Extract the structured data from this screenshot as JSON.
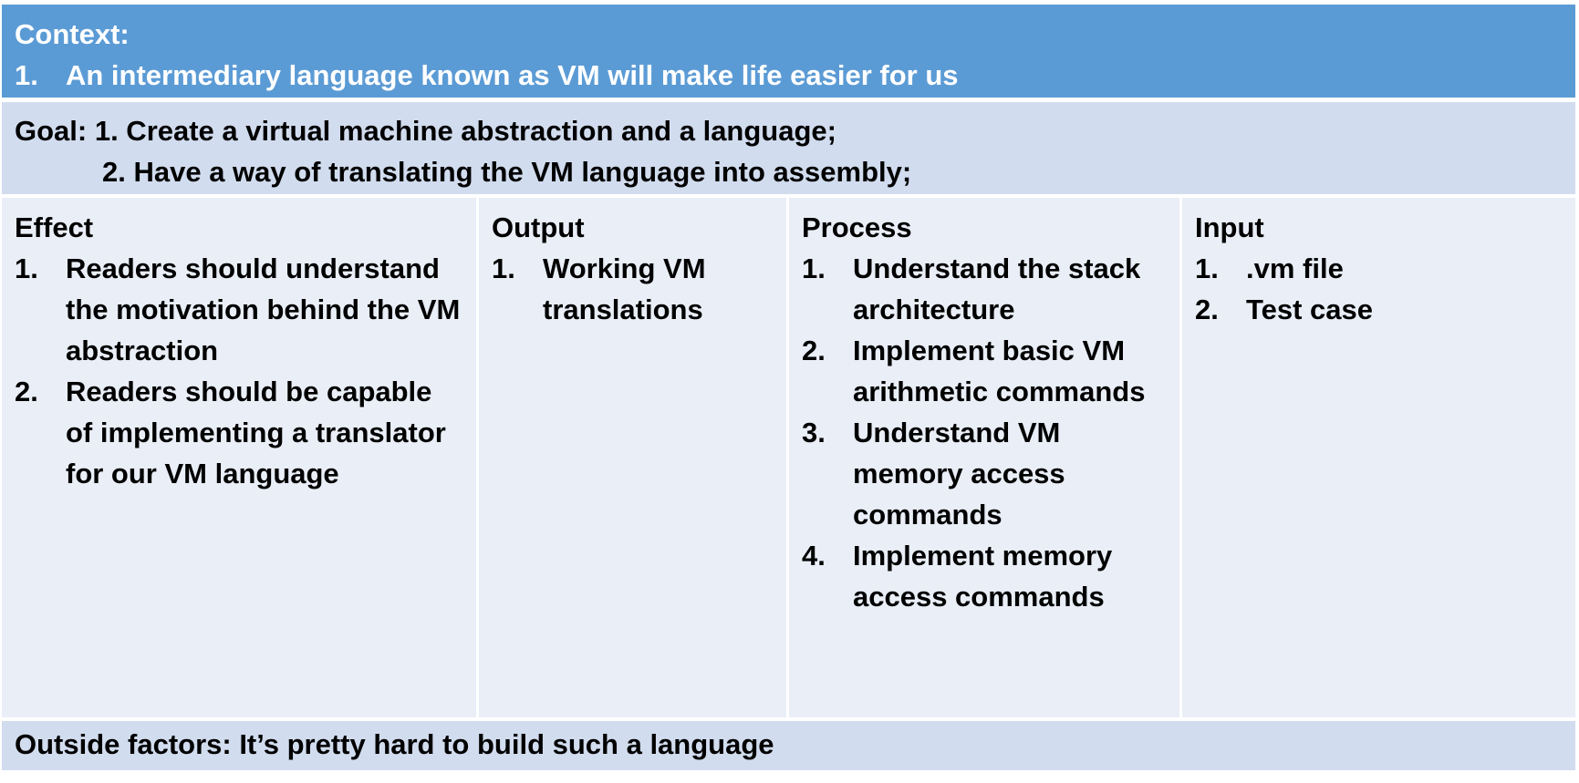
{
  "context": {
    "label": "Context:",
    "items": [
      {
        "num": "1.",
        "text": "An intermediary language known as VM will make life easier for us"
      }
    ]
  },
  "goal": {
    "line1": "Goal: 1. Create a virtual machine abstraction and a language;",
    "line2": "2. Have a way of translating the VM language into assembly;"
  },
  "effect": {
    "title": "Effect",
    "items": [
      {
        "num": "1.",
        "text": "Readers should understand the motivation behind the VM abstraction"
      },
      {
        "num": "2.",
        "text": "Readers should be capable of implementing a translator for our VM language"
      }
    ]
  },
  "output": {
    "title": "Output",
    "items": [
      {
        "num": "1.",
        "text": "Working VM translations"
      }
    ]
  },
  "process": {
    "title": "Process",
    "items": [
      {
        "num": "1.",
        "text": "Understand the stack architecture"
      },
      {
        "num": "2.",
        "text": "Implement basic VM arithmetic commands"
      },
      {
        "num": "3.",
        "text": "Understand VM memory access commands"
      },
      {
        "num": "4.",
        "text": "Implement memory access commands"
      }
    ]
  },
  "input": {
    "title": "Input",
    "items": [
      {
        "num": "1.",
        "text": ".vm file"
      },
      {
        "num": "2.",
        "text": "Test case"
      }
    ]
  },
  "outside": {
    "text": "Outside factors: It’s pretty hard to build such a language"
  },
  "colors": {
    "context_bg": "#5b9bd5",
    "band_bg": "#d1dcee",
    "cell_bg": "#e9eef7"
  }
}
